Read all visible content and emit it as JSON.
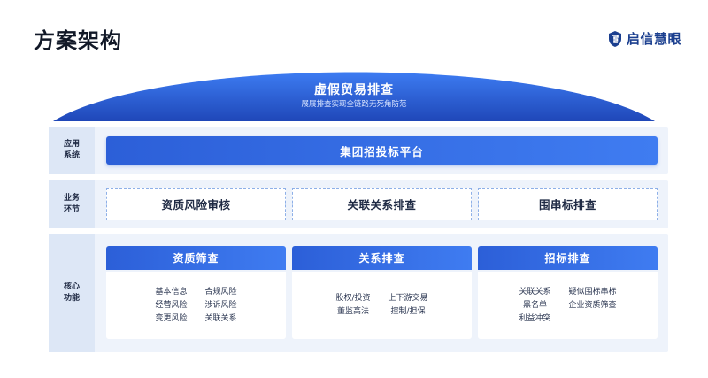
{
  "header": {
    "title": "方案架构",
    "logo_text": "启信慧眼"
  },
  "dome": {
    "title": "虚假贸易排查",
    "subtitle": "展展排查实现全链路无死角防范"
  },
  "rows": {
    "app": {
      "label_line1": "应用",
      "label_line2": "系统",
      "platform": "集团招投标平台"
    },
    "biz": {
      "label_line1": "业务",
      "label_line2": "环节",
      "items": [
        "资质风险审核",
        "关联关系排查",
        "围串标排查"
      ]
    },
    "core": {
      "label_line1": "核心",
      "label_line2": "功能",
      "columns": [
        {
          "title": "资质筛查",
          "items": [
            "基本信息",
            "合规风险",
            "经营风险",
            "涉诉风险",
            "变更风险",
            "关联关系"
          ]
        },
        {
          "title": "关系排查",
          "items": [
            "股权/投资",
            "上下游交易",
            "董监高法",
            "控制/担保"
          ]
        },
        {
          "title": "招标排查",
          "items": [
            "关联关系",
            "疑似围标串标",
            "黑名单",
            "企业资质筛查",
            "利益冲突",
            ""
          ]
        }
      ]
    }
  },
  "colors": {
    "primary": "#2c5fd8",
    "primary_light": "#3f7cf1",
    "panel_bg": "#eef3fb",
    "label_bg": "#dde7f6",
    "logo": "#1b3f8f"
  }
}
